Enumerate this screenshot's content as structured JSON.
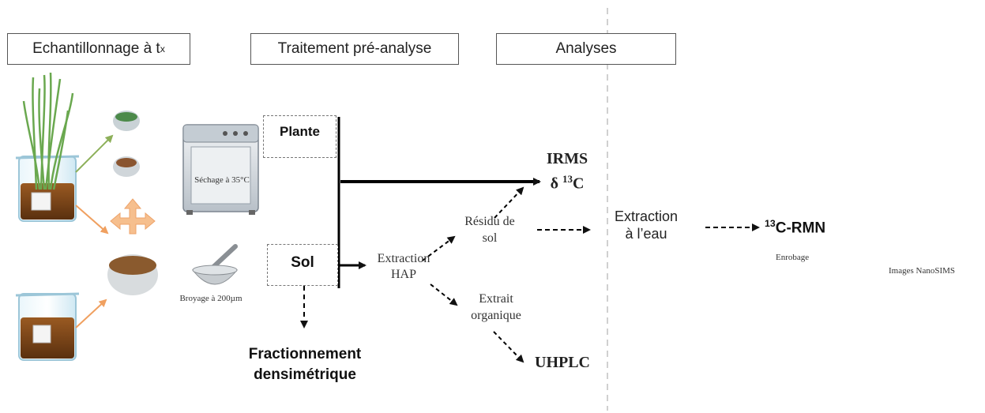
{
  "headers": {
    "sampling": "Echantillonnage à t",
    "sampling_sub": "x",
    "treatment": "Traitement pré-analyse",
    "analyses": "Analyses"
  },
  "boxes": {
    "plante": "Plante",
    "sol": "Sol"
  },
  "labels": {
    "sechage": "Séchage à 35°C",
    "broyage": "Broyage à 200µm",
    "fractionnement_line1": "Fractionnement",
    "fractionnement_line2": "densimétrique",
    "extraction_hap_line1": "Extraction",
    "extraction_hap_line2": "HAP",
    "residu_line1": "Résidu de",
    "residu_line2": "sol",
    "extrait_line1": "Extrait",
    "extrait_line2": "organique",
    "irms": "IRMS",
    "delta_prefix": "δ ",
    "delta_sup": "13",
    "delta_suffix": "C",
    "uhplc": "UHPLC",
    "extraction_eau_line1": "Extraction",
    "extraction_eau_line2": "à l’eau",
    "rmn_sup": "13",
    "rmn": "C-RMN",
    "enrobage": "Enrobage",
    "nanosims": "Images NanoSIMS"
  }
}
